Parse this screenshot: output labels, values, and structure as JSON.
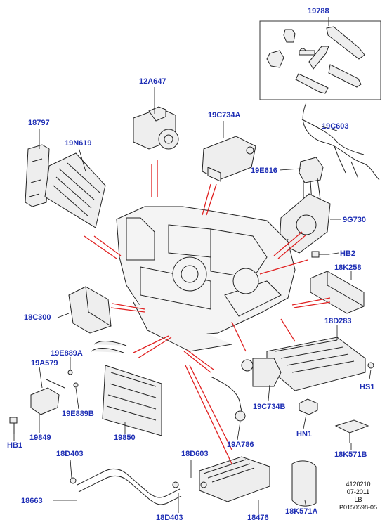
{
  "colors": {
    "callout_text": "#1f2fb5",
    "leader_red": "#e02020",
    "part_outline": "#222222",
    "part_fill": "#f2f2f2",
    "part_shade": "#c8c8c8"
  },
  "callouts": [
    {
      "id": "c19788",
      "text": "19788"
    },
    {
      "id": "c12a647",
      "text": "12A647"
    },
    {
      "id": "c19c734a",
      "text": "19C734A"
    },
    {
      "id": "c18797",
      "text": "18797"
    },
    {
      "id": "c19n619",
      "text": "19N619"
    },
    {
      "id": "c19c603",
      "text": "19C603"
    },
    {
      "id": "c19e616",
      "text": "19E616"
    },
    {
      "id": "c9g730",
      "text": "9G730"
    },
    {
      "id": "chb2",
      "text": "HB2"
    },
    {
      "id": "c18k258",
      "text": "18K258"
    },
    {
      "id": "c18c300",
      "text": "18C300"
    },
    {
      "id": "c18d283",
      "text": "18D283"
    },
    {
      "id": "c19e889a",
      "text": "19E889A"
    },
    {
      "id": "c19a579",
      "text": "19A579"
    },
    {
      "id": "chs1",
      "text": "HS1"
    },
    {
      "id": "c19e889b",
      "text": "19E889B"
    },
    {
      "id": "c19c734b",
      "text": "19C734B"
    },
    {
      "id": "chb1",
      "text": "HB1"
    },
    {
      "id": "c19849",
      "text": "19849"
    },
    {
      "id": "c19850",
      "text": "19850"
    },
    {
      "id": "chn1",
      "text": "HN1"
    },
    {
      "id": "c19a786",
      "text": "19A786"
    },
    {
      "id": "c18k571b",
      "text": "18K571B"
    },
    {
      "id": "c18d403a",
      "text": "18D403"
    },
    {
      "id": "c18d603",
      "text": "18D603"
    },
    {
      "id": "c18663",
      "text": "18663"
    },
    {
      "id": "c18d403b",
      "text": "18D403"
    },
    {
      "id": "c18476",
      "text": "18476"
    },
    {
      "id": "c18k571a",
      "text": "18K571A"
    }
  ],
  "footer": {
    "line1": "4120210",
    "line2": "07-2011",
    "line3": "LB",
    "line4": "P0150598-05"
  }
}
